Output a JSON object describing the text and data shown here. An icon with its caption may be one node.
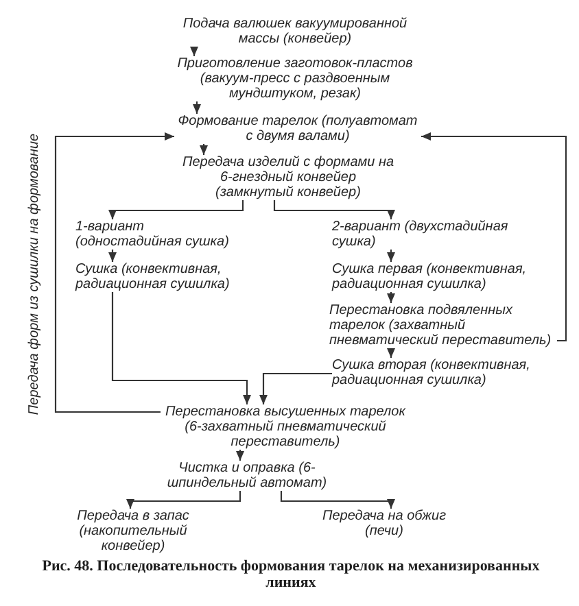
{
  "diagram": {
    "caption": "Рис. 48. Последовательность формования тарелок на механизированных линиях",
    "nodes": [
      {
        "text": [
          "Подача валюшек вакуумированной массы (конвейер)"
        ]
      },
      {
        "text": [
          "Приготовление заготовок-пластов (вакуум-пресс с раздвоенным мундштуком, резак)"
        ]
      },
      {
        "text": [
          "Формование тарелок (полуавтомат с двумя валами)"
        ]
      },
      {
        "text": [
          "Передача изделий с формами на 6-гнездный конвейер (замкнутый конвейер)"
        ]
      },
      {
        "text": [
          "1-вариант (одностадийная сушка)"
        ]
      },
      {
        "text": [
          "2-вариант (двухстадийная сушка)"
        ]
      },
      {
        "text": [
          "Сушка (конвективная, радиационная сушилка)"
        ]
      },
      {
        "text": [
          "Сушка первая (конвективная, радиационная сушилка)"
        ]
      },
      {
        "text": [
          "Перестановка подвяленных тарелок (захватный пневматический переставитель)"
        ]
      },
      {
        "text": [
          "Сушка вторая (конвективная, радиационная сушилка)"
        ]
      },
      {
        "text": [
          "Перестановка высушенных тарелок (6-захватный пневматический переставитель)"
        ]
      },
      {
        "text": [
          "Чистка и оправка (6-шпиндельный автомат)"
        ]
      },
      {
        "text": [
          "Передача в запас (накопительный конвейер)"
        ]
      },
      {
        "text": [
          "Передача на обжиг (печи)"
        ]
      }
    ],
    "edges": [
      {
        "from": 0,
        "to": 1,
        "arrow": "to"
      },
      {
        "from": 1,
        "to": 2,
        "arrow": "to"
      },
      {
        "from": 2,
        "to": 3,
        "arrow": "to"
      },
      {
        "from": 3,
        "to": 4,
        "arrow": "to"
      },
      {
        "from": 3,
        "to": 5,
        "arrow": "to"
      },
      {
        "from": 4,
        "to": 6,
        "arrow": "to"
      },
      {
        "from": 5,
        "to": 7,
        "arrow": "to"
      },
      {
        "from": 7,
        "to": 8,
        "arrow": "to"
      },
      {
        "from": 8,
        "to": 9,
        "arrow": "to"
      },
      {
        "from": 6,
        "to": 10,
        "arrow": "to"
      },
      {
        "from": 9,
        "to": 10,
        "arrow": "to"
      },
      {
        "from": 10,
        "to": 11,
        "arrow": "to"
      },
      {
        "from": 11,
        "to": 12,
        "arrow": "to"
      },
      {
        "from": 11,
        "to": 13,
        "arrow": "to"
      },
      {
        "from": 8,
        "to": 2,
        "arrow": "to"
      },
      {
        "from": 10,
        "to": 2,
        "arrow": "to",
        "label": "Передача форм из сушилки на формование"
      }
    ]
  }
}
